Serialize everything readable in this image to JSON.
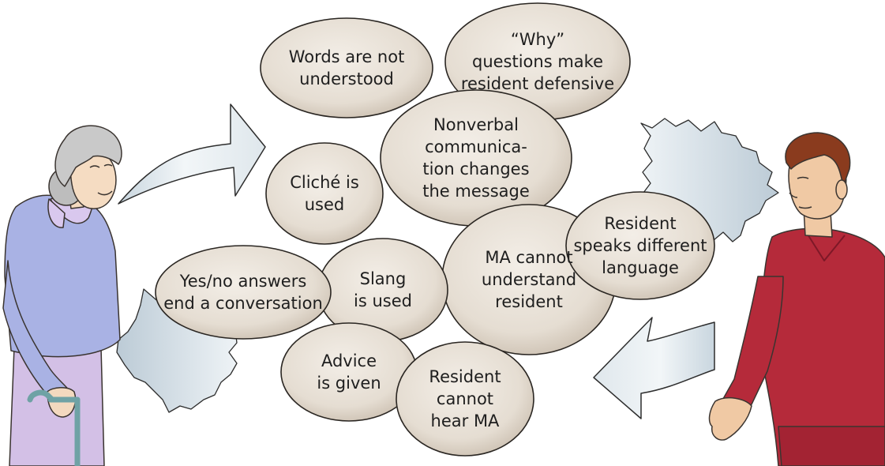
{
  "figure": {
    "description_hidden": "",
    "colors": {
      "bubble_fill": "#e8e1d7",
      "bubble_fill_dark": "#cfc5b8",
      "bubble_stroke": "#2a2622",
      "arrow_fill": "#dfe8ee",
      "arrow_stroke": "#2d2d2d",
      "bubble_text": "#1e1e1e"
    },
    "bubbles": [
      {
        "id": "words",
        "label": "Words are not\nunderstood"
      },
      {
        "id": "why",
        "label": "“Why”\nquestions make\nresident defensive"
      },
      {
        "id": "nonverbal",
        "label": "Nonverbal\ncommunica-\ntion changes\nthe message"
      },
      {
        "id": "cliche",
        "label": "Cliché is\nused"
      },
      {
        "id": "resident-language",
        "label": "Resident\nspeaks different\nlanguage"
      },
      {
        "id": "ma-cannot",
        "label": "MA cannot\nunderstand\nresident"
      },
      {
        "id": "yesno",
        "label": "Yes/no answers\nend a conversation"
      },
      {
        "id": "slang",
        "label": "Slang\nis used"
      },
      {
        "id": "advice",
        "label": "Advice\nis given"
      },
      {
        "id": "cannot-hear",
        "label": "Resident\ncannot\nhear MA"
      }
    ],
    "characters": {
      "left": {
        "icon": "elderly-woman-with-cane-figure"
      },
      "right": {
        "icon": "medical-assistant-in-red-scrubs-figure"
      }
    },
    "connectors": [
      {
        "icon": "curved-arrow-right-icon"
      },
      {
        "icon": "curved-arrow-left-icon"
      },
      {
        "icon": "torn-barrier-right-icon"
      },
      {
        "icon": "torn-barrier-left-icon"
      }
    ]
  }
}
